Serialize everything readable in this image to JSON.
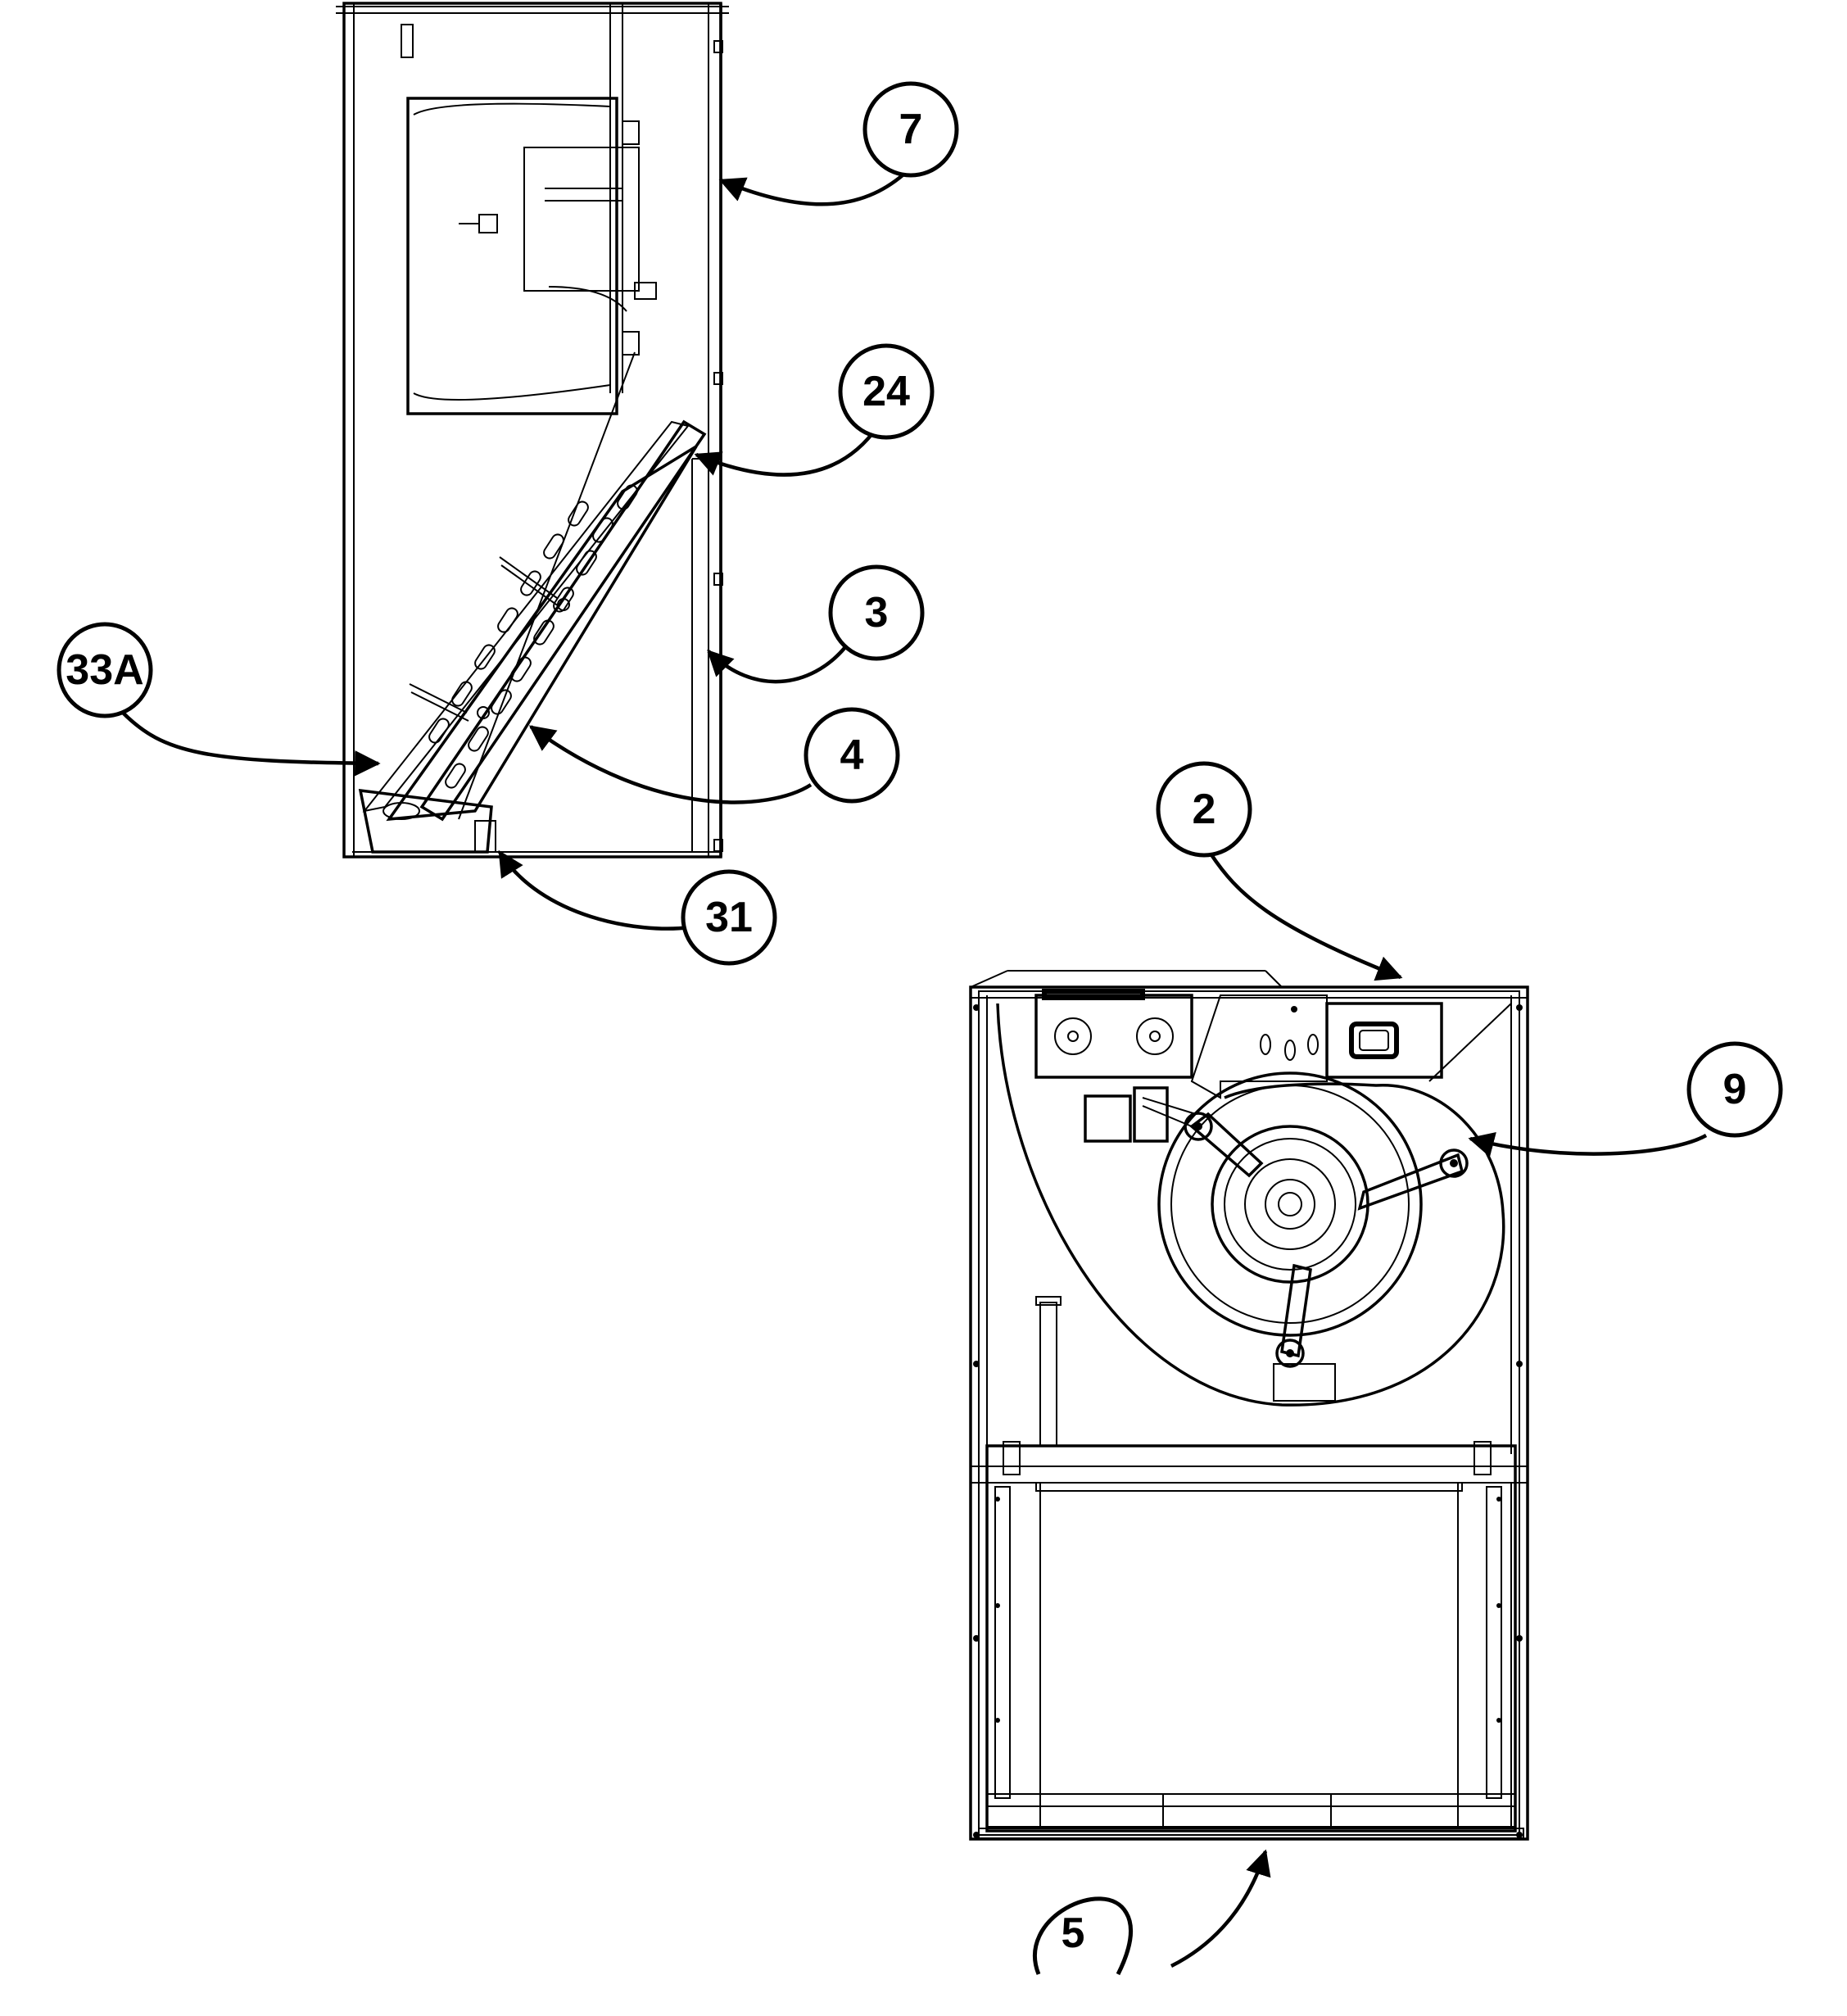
{
  "callouts": [
    {
      "id": "7",
      "label": "7"
    },
    {
      "id": "24",
      "label": "24"
    },
    {
      "id": "3",
      "label": "3"
    },
    {
      "id": "33A",
      "label": "33A"
    },
    {
      "id": "4",
      "label": "4"
    },
    {
      "id": "31",
      "label": "31"
    },
    {
      "id": "2",
      "label": "2"
    },
    {
      "id": "9",
      "label": "9"
    },
    {
      "id": "5",
      "label": "5"
    }
  ]
}
